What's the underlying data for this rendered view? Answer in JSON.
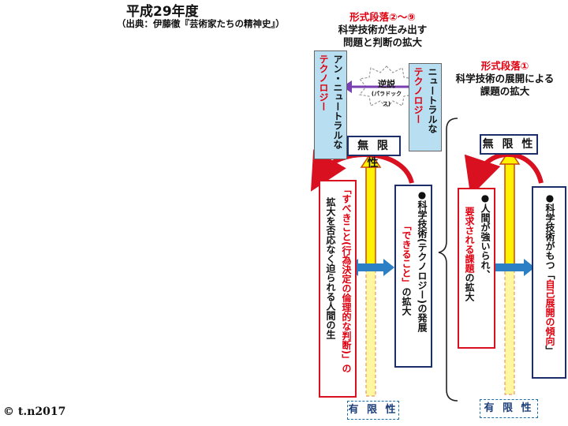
{
  "title": "平成29年度",
  "source": "（出典：伊藤徹『芸術家たちの精神史』）",
  "left": {
    "header_red": "形式段落②～⑨",
    "header_1": "科学技術が生み出す",
    "header_2": "問題と判断の拡大",
    "callout_anti_1": "アン・ニュートラルな",
    "callout_anti_2": "テクノロジー",
    "callout_neutral_1": "ニュートラルな",
    "callout_neutral_2": "テクノロジー",
    "paradox": "逆説",
    "paradox_sub": "(パラドックス)",
    "mugen": "無 限 性",
    "yugen": "有 限 性",
    "box_left_a": "「すべきこと(行為決定の倫理的な判断)」の",
    "box_left_b": "拡大を否応なく迫られる人間の生",
    "box_right_a": "●科学技術(テクノロジー)の発展",
    "box_right_b": "「できること」",
    "box_right_c": "の拡大"
  },
  "right": {
    "header_red": "形式段落①",
    "header_1": "科学技術の展開による",
    "header_2": "課題の拡大",
    "mugen": "無 限 性",
    "yugen": "有 限 性",
    "box_left_a": "●人間が強いられ、",
    "box_left_b": "要求される課題",
    "box_left_c": "の拡大",
    "box_right_a": "●科学技術がもつ「",
    "box_right_b": "自己展開の傾向",
    "box_right_c": "」"
  },
  "copyright": "© t.n2017"
}
